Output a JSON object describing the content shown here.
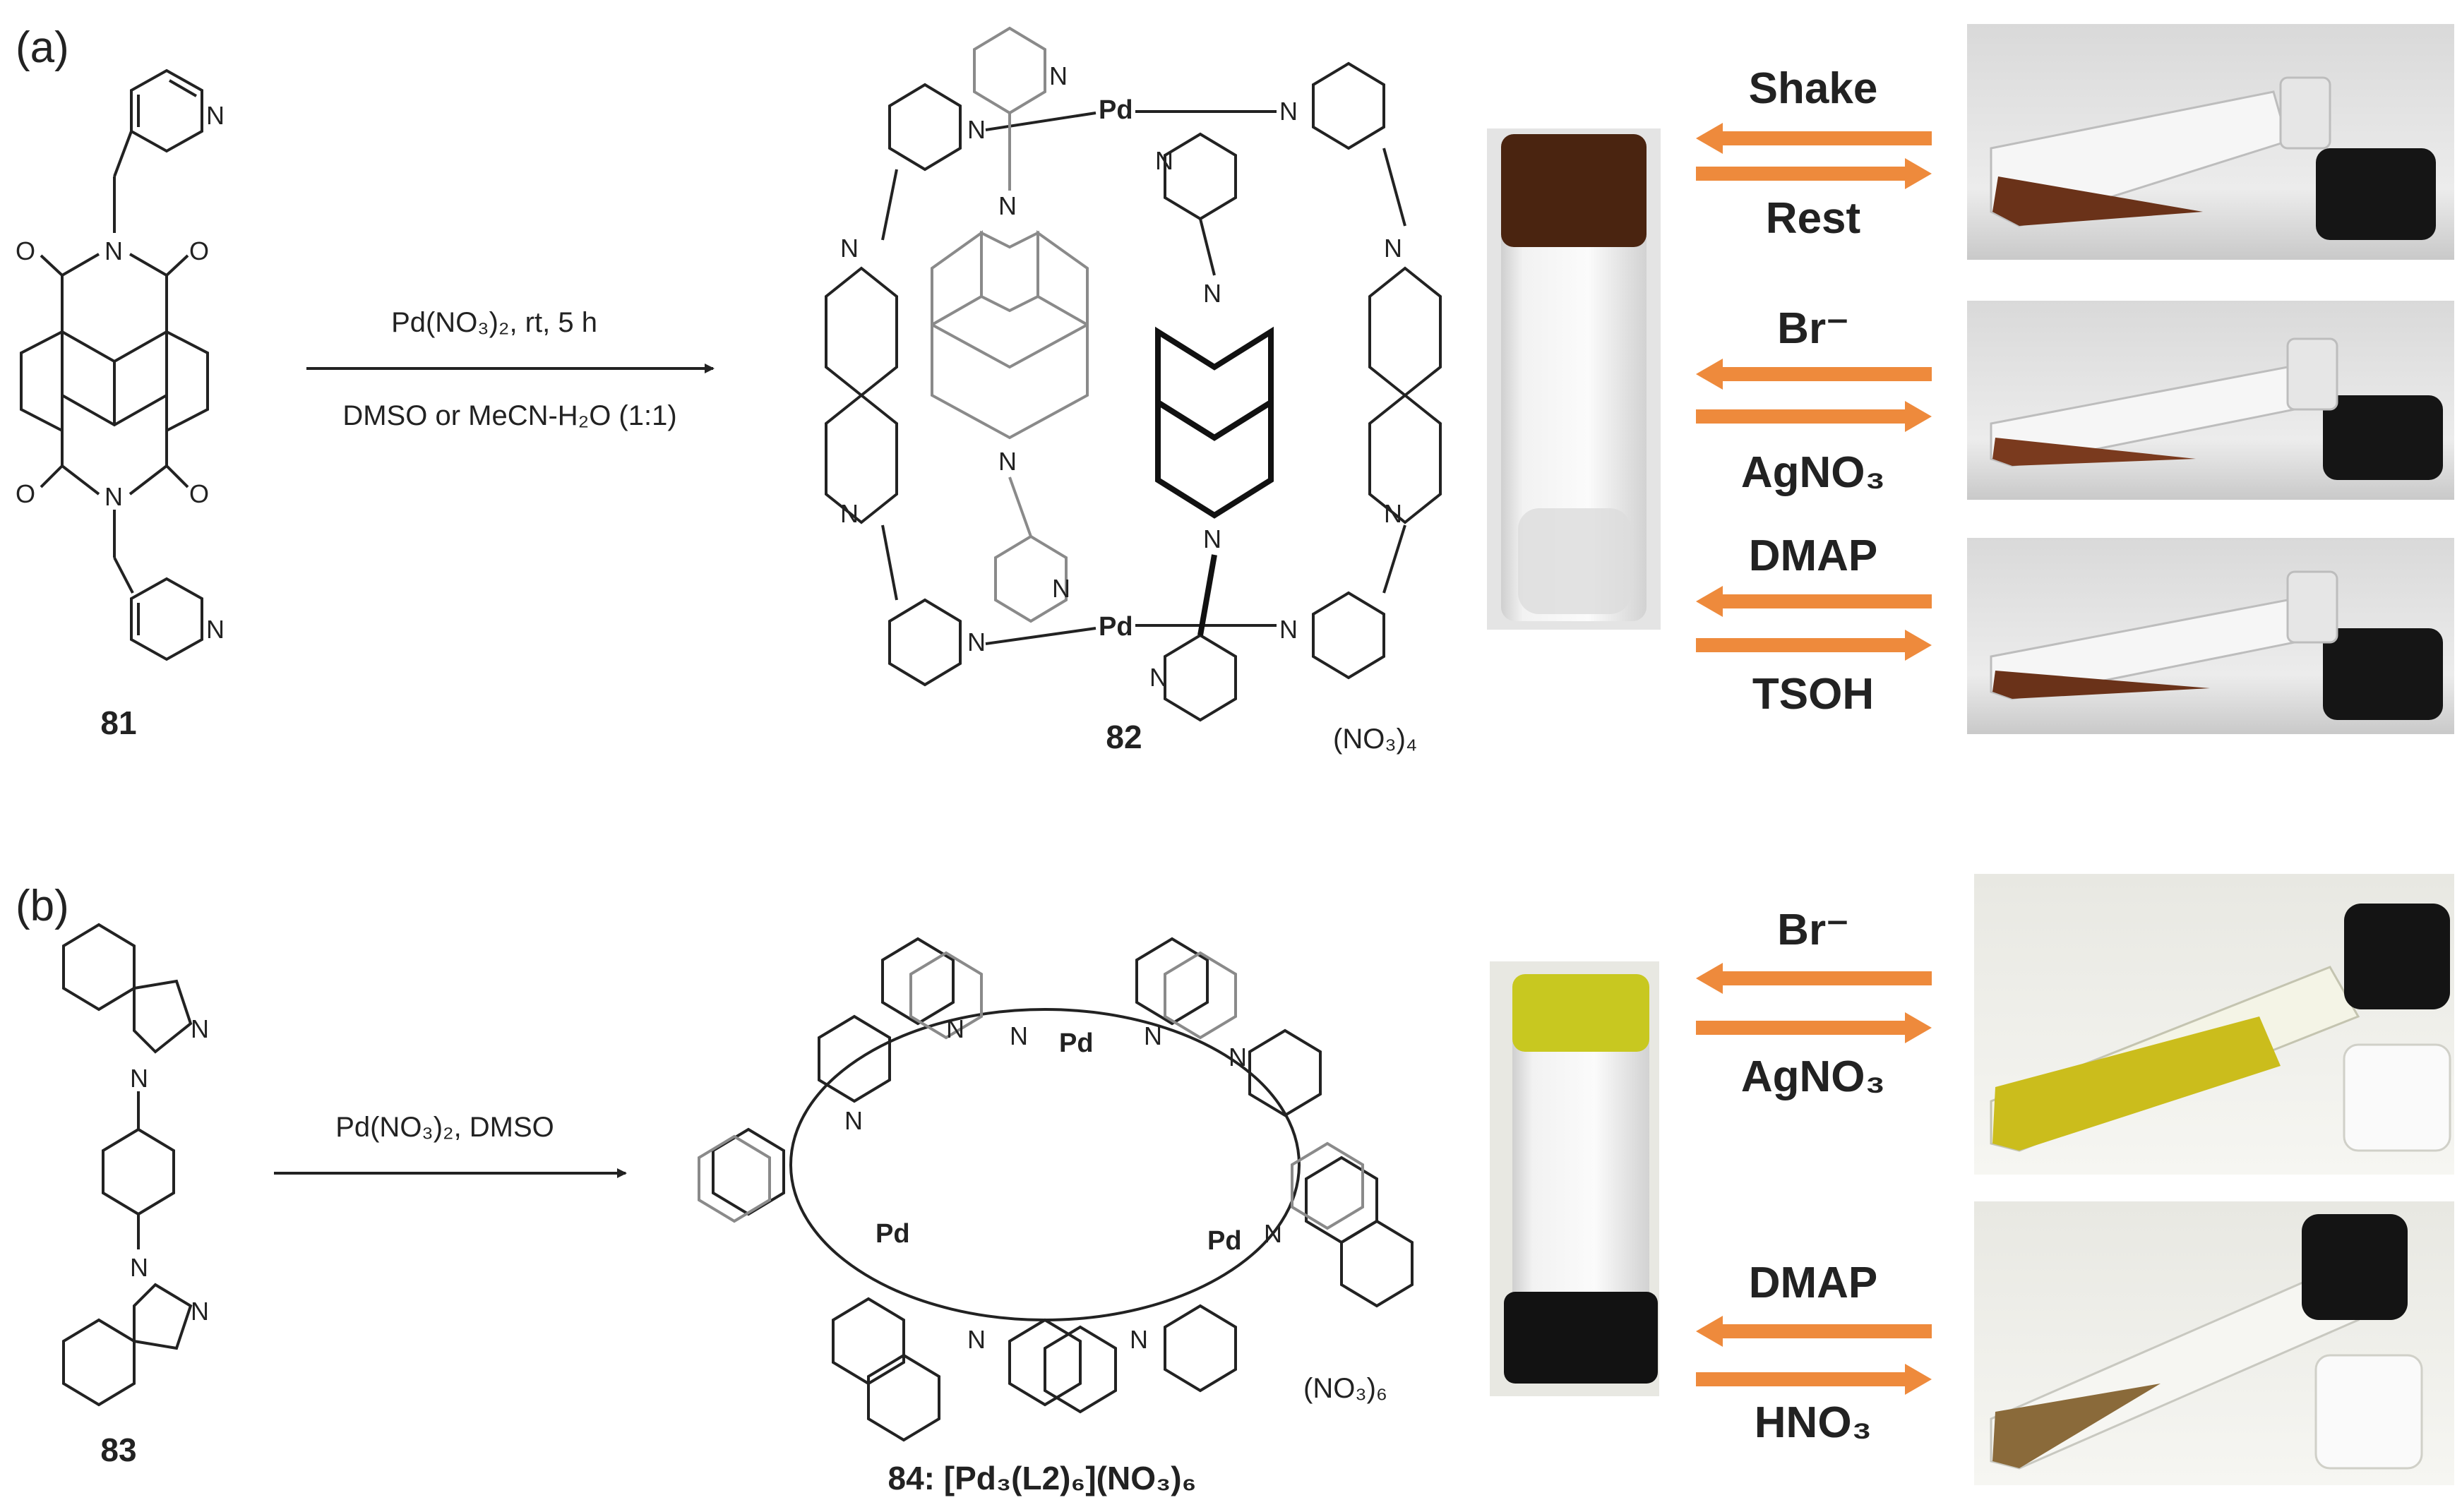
{
  "panel_a": {
    "label": "(a)",
    "ligand": "81",
    "conditions_top": "Pd(NO₃)₂, rt, 5 h",
    "conditions_bottom": "DMSO or MeCN-H₂O (1:1)",
    "cage": "82",
    "counterion": "(NO₃)₄",
    "stimuli": [
      {
        "forward": "Shake",
        "reverse": "Rest"
      },
      {
        "forward": "Br⁻",
        "reverse": "AgNO₃"
      },
      {
        "forward": "DMAP",
        "reverse": "TSOH"
      }
    ]
  },
  "panel_b": {
    "label": "(b)",
    "ligand": "83",
    "conditions": "Pd(NO₃)₂, DMSO",
    "cage": "84: [Pd₃(L2)₆](NO₃)₆",
    "counterion": "(NO₃)₆",
    "stimuli": [
      {
        "forward": "Br⁻",
        "reverse": "AgNO₃"
      },
      {
        "forward": "DMAP",
        "reverse": "HNO₃"
      }
    ]
  },
  "atoms": {
    "N": "N",
    "O": "O",
    "Pd": "Pd"
  },
  "colors": {
    "arrow": "#ee8a3c",
    "gel_a": "#4a2410",
    "sol_a": "#7a3a1e",
    "gel_b": "#c8c820",
    "sol_b": "#8a6a3a"
  }
}
